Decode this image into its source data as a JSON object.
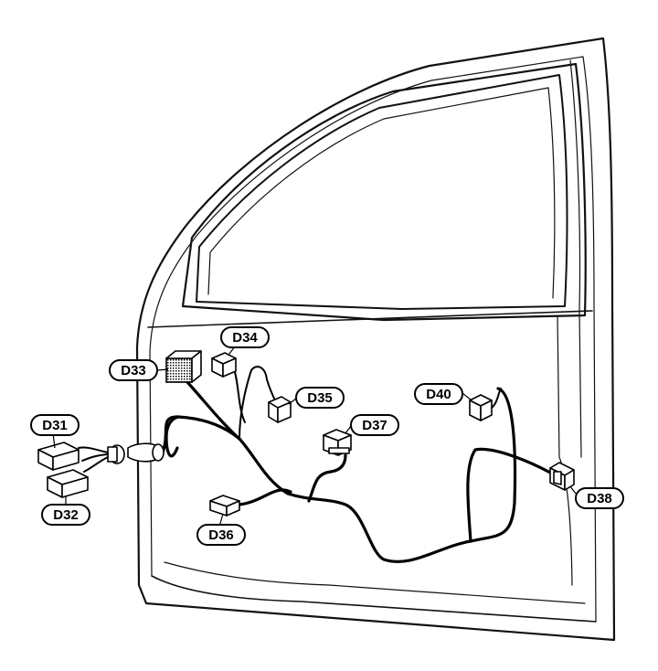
{
  "labels": {
    "d31": "D31",
    "d32": "D32",
    "d33": "D33",
    "d34": "D34",
    "d35": "D35",
    "d36": "D36",
    "d37": "D37",
    "d38": "D38",
    "d40": "D40"
  },
  "colors": {
    "line": "#000000",
    "background": "#ffffff"
  }
}
